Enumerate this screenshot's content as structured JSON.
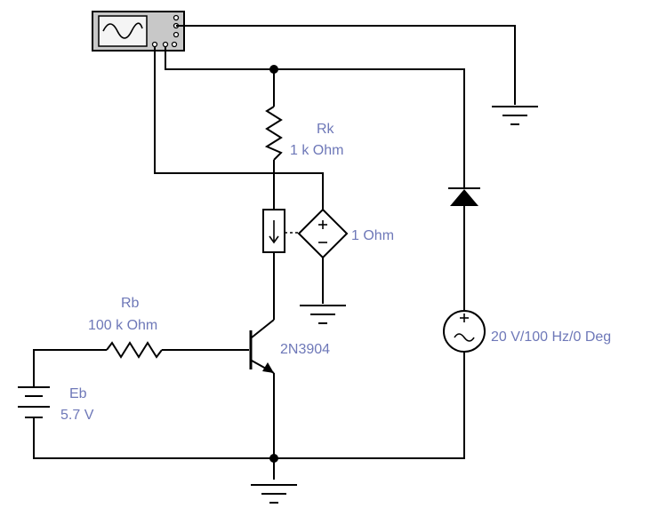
{
  "labels": {
    "rk_name": "Rk",
    "rk_value": "1 k Ohm",
    "ccvs_value": "1  Ohm",
    "rb_name": "Rb",
    "rb_value": "100 k Ohm",
    "transistor_model": "2N3904",
    "eb_name": "Eb",
    "eb_value": "5.7 V",
    "ac_source_value": "20 V/100 Hz/0 Deg"
  },
  "colors": {
    "wire": "#000000",
    "label": "#6e78b8",
    "scope_body": "#c8c8c8",
    "scope_screen": "#f4f4f4"
  },
  "icons": {
    "oscilloscope": "oscilloscope-icon",
    "ground": "ground-icon",
    "diode": "diode-icon",
    "ac_source": "ac-source-icon",
    "battery": "battery-icon"
  }
}
